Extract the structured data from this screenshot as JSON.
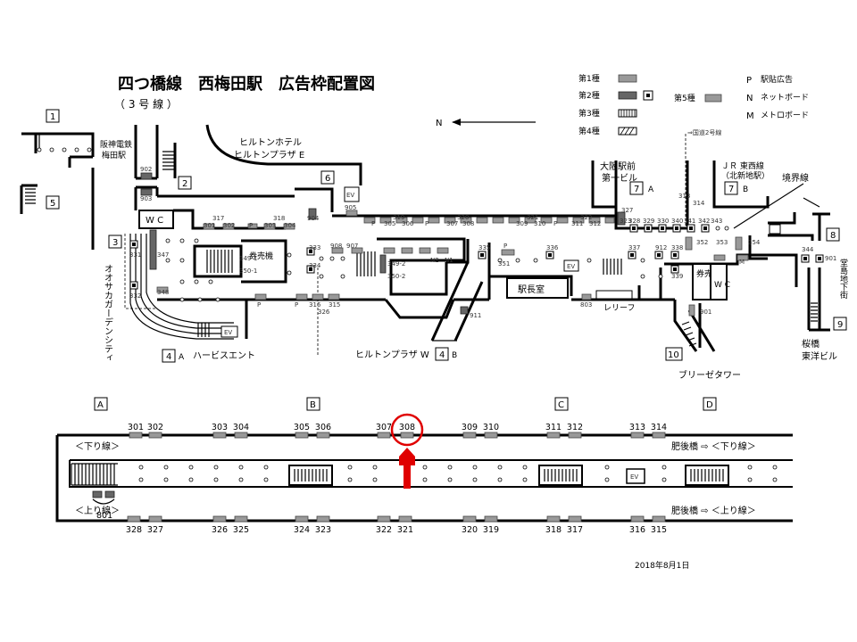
{
  "title": "四つ橋線　西梅田駅　広告枠配置図",
  "subtitle": "（ 3 号 線 ）",
  "north": "N",
  "date": "2018年8月1日",
  "legend": {
    "type1": "第1種",
    "type2": "第2種",
    "type3": "第3種",
    "type4": "第4種",
    "type5": "第5種",
    "p": "P",
    "p_label": "駅貼広告",
    "n": "N",
    "n_label": "ネットボード",
    "m": "M",
    "m_label": "メトロボード"
  },
  "exits": {
    "e1": "1",
    "e2": "2",
    "e3": "3",
    "e4": "4",
    "e5": "5",
    "e6": "6",
    "e7": "7",
    "e7b": "7",
    "e8": "8",
    "e9": "9",
    "e10": "10",
    "e4a": "A",
    "e4b": "B",
    "e7a_l": "A",
    "e7b_l": "B"
  },
  "places": {
    "hanshin1": "阪神電鉄",
    "hanshin2": "梅田駅",
    "hilton1": "ヒルトンホテル",
    "hilton2": "ヒルトンプラザ E",
    "osaka_ekimae1": "大阪駅前",
    "osaka_ekimae2": "第一ビル",
    "jr1": "ＪＲ 東西線",
    "jr2": "（北新地駅）",
    "kokudo": "⇒国道2号線",
    "boundary": "境界線",
    "dojima": "堂島地下街",
    "osaka_garden": "オオサカガーデンシティ",
    "herbis": "ハービスエント",
    "hilton_w": "ヒルトンプラザ W",
    "breeze": "ブリーゼタワー",
    "sakurabashi1": "桜橋",
    "sakurabashi2": "東洋ビル",
    "ekichoshitsu": "駅長室",
    "relief": "レリーフ",
    "ticket1": "券売機",
    "ticket2": "券売機",
    "wc1": "W C",
    "wc2": "W C",
    "ev": "EV"
  },
  "platform": {
    "sections": [
      "A",
      "B",
      "C",
      "D"
    ],
    "down_label": "＜下り線＞",
    "up_label": "＜上り線＞",
    "higobashi_down": "肥後橋 ⇨ ＜下り線＞",
    "higobashi_up": "肥後橋 ⇨ ＜上り線＞",
    "ev": "EV",
    "top_ads": [
      "301",
      "302",
      "303",
      "304",
      "305",
      "306",
      "307",
      "308",
      "309",
      "310",
      "311",
      "312",
      "313",
      "314"
    ],
    "bottom_ads": [
      "328",
      "327",
      "326",
      "325",
      "324",
      "323",
      "322",
      "321",
      "320",
      "319",
      "318",
      "317",
      "316",
      "315"
    ],
    "platform_801": "801",
    "highlighted": "308"
  },
  "map_numbers": {
    "n902": "902",
    "n903": "903",
    "n331": "331",
    "n332": "332",
    "n347": "347",
    "n348": "348",
    "n317": "317",
    "n301": "301",
    "n302": "302",
    "n303": "303",
    "n318": "318",
    "n304": "304",
    "n349_1": "349-1",
    "n350_1": "350-1",
    "n349_2": "349-2",
    "n350_2": "350-2",
    "n333": "333",
    "n334": "334",
    "n908": "908",
    "n907": "907",
    "n904": "904",
    "n905": "905",
    "n319": "319",
    "n305": "305",
    "n306": "306",
    "n320": "320",
    "n307": "307",
    "n308": "308",
    "n321": "321",
    "n309": "309",
    "n310": "310",
    "n311": "311",
    "n322": "322",
    "n312": "312",
    "n335": "335",
    "n336": "336",
    "n351": "351",
    "n337": "337",
    "n912": "912",
    "n338": "338",
    "n339": "339",
    "n327": "327",
    "n323": "323",
    "n328": "328",
    "n329": "329",
    "n330": "330",
    "n340": "340",
    "n341": "341",
    "n342": "342",
    "n313": "313",
    "n314": "314",
    "n343": "343",
    "n352": "352",
    "n353": "353",
    "n354": "354",
    "n344": "344",
    "n901": "901",
    "n316": "316",
    "n315": "315",
    "n326": "326",
    "n911": "911",
    "n803": "803",
    "n901b": "901",
    "p1": "P",
    "p2": "P",
    "p3": "P",
    "p4": "P",
    "p5": "P",
    "p6": "P",
    "p7": "P",
    "n2": "N2",
    "n1": "N1",
    "m": "M"
  },
  "colors": {
    "highlight": "#e00000",
    "ad": "#999999",
    "ad_dark": "#666666"
  }
}
